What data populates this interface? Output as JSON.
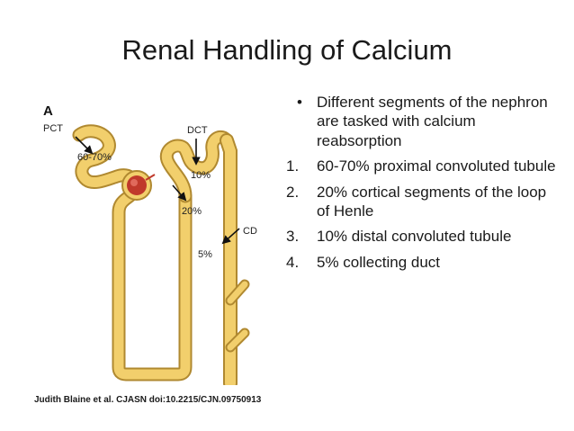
{
  "slide": {
    "title": "Renal Handling of Calcium"
  },
  "figure": {
    "panel_label": "A",
    "labels": {
      "pct": "PCT",
      "dct": "DCT",
      "cd": "CD",
      "p6070": "60-70%",
      "p10": "10%",
      "p20": "20%",
      "p5": "5%"
    },
    "colors": {
      "tubule_fill": "#f2cf6c",
      "tubule_stroke": "#b08930",
      "glomerulus": "#c0392b",
      "arrow": "#111111"
    }
  },
  "citation": "Judith Blaine et al. CJASN doi:10.2215/CJN.09750913",
  "content": {
    "intro_marker": "•",
    "intro": "Different segments of the nephron are tasked with calcium reabsorption",
    "items": [
      {
        "num": "1.",
        "text": "60-70% proximal convoluted tubule"
      },
      {
        "num": "2.",
        "text": "20% cortical segments of the loop of Henle"
      },
      {
        "num": "3.",
        "text": "10% distal convoluted tubule"
      },
      {
        "num": "4.",
        "text": "5% collecting duct"
      }
    ]
  }
}
